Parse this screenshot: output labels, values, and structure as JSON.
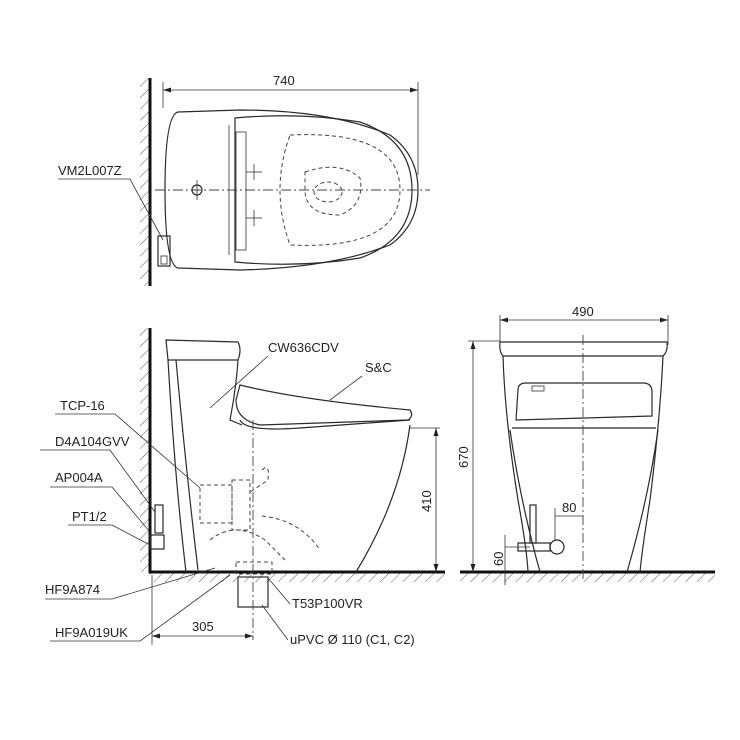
{
  "top_view": {
    "width_dim": "740",
    "labels": {
      "valve": "VM2L007Z"
    }
  },
  "side_view": {
    "labels": {
      "seat": "CW636CDV",
      "lid": "S&C",
      "tcp": "TCP-16",
      "hose": "D4A104GVV",
      "ap": "AP004A",
      "pt": "PT1/2",
      "hf874": "HF9A874",
      "hf019": "HF9A019UK",
      "t53": "T53P100VR",
      "upvc": "uPVC Ø 110 (C1, C2)"
    },
    "dims": {
      "rough_in": "305",
      "bowl_height": "410"
    }
  },
  "front_view": {
    "dims": {
      "width": "490",
      "height": "670",
      "offset": "80",
      "supply_height": "60"
    }
  }
}
